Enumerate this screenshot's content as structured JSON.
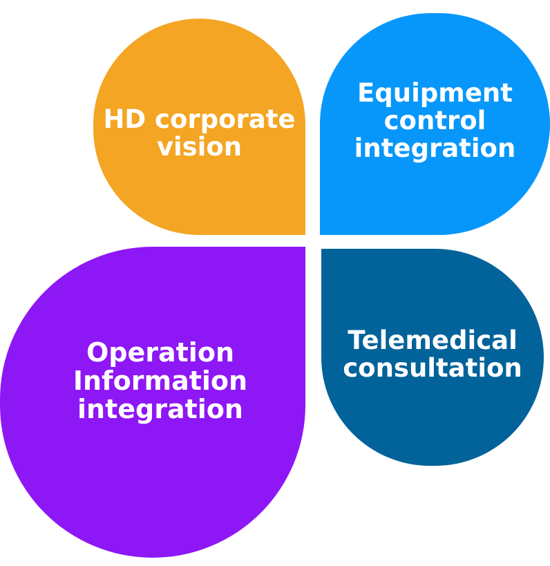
{
  "petals": {
    "top_left": {
      "lines": [
        "HD corporate",
        "vision"
      ],
      "color": "#F4A523"
    },
    "top_right": {
      "lines": [
        "Equipment",
        "control",
        "integration"
      ],
      "color": "#0797FA"
    },
    "bottom_left": {
      "lines": [
        "Operation",
        "Information",
        "integration"
      ],
      "color": "#8E17F6"
    },
    "bottom_right": {
      "lines": [
        "Telemedical",
        "consultation"
      ],
      "color": "#02639A"
    }
  }
}
